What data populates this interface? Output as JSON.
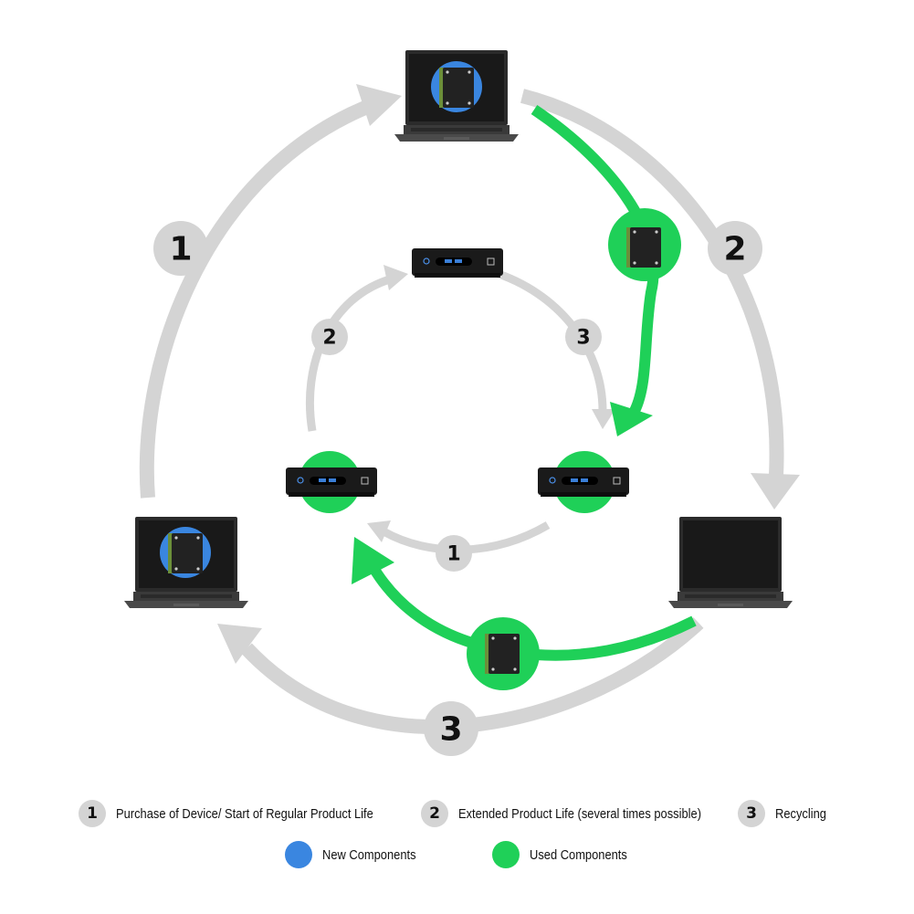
{
  "colors": {
    "arrow_gray": "#d4d4d4",
    "used_green": "#1fd058",
    "new_blue": "#3a86e0",
    "device_dark": "#2a2a2a"
  },
  "outer_cycle": {
    "steps": [
      "1",
      "2",
      "3"
    ]
  },
  "inner_cycle": {
    "steps": [
      "1",
      "2",
      "3"
    ]
  },
  "legend": {
    "steps": [
      {
        "number": "1",
        "label": "Purchase of Device/ Start of Regular Product Life"
      },
      {
        "number": "2",
        "label": "Extended Product Life (several times possible)"
      },
      {
        "number": "3",
        "label": "Recycling"
      }
    ],
    "components": [
      {
        "label": "New Components",
        "color": "#3a86e0"
      },
      {
        "label": "Used  Components",
        "color": "#1fd058"
      }
    ]
  }
}
